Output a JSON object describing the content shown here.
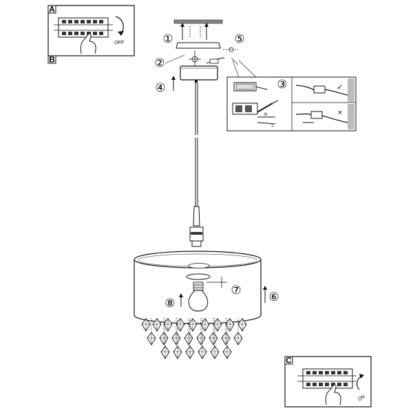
{
  "panels": [
    {
      "letter": "A",
      "action": "OFF"
    },
    {
      "letter": "B"
    },
    {
      "letter": "C",
      "action": "ON"
    }
  ],
  "steps": [
    "①",
    "②",
    "③",
    "④",
    "⑤",
    "⑥",
    "⑦",
    "⑧"
  ],
  "wire_labels": {
    "neutral": "N",
    "live": "L"
  },
  "marks": {
    "correct": "✓",
    "wrong": "×"
  }
}
